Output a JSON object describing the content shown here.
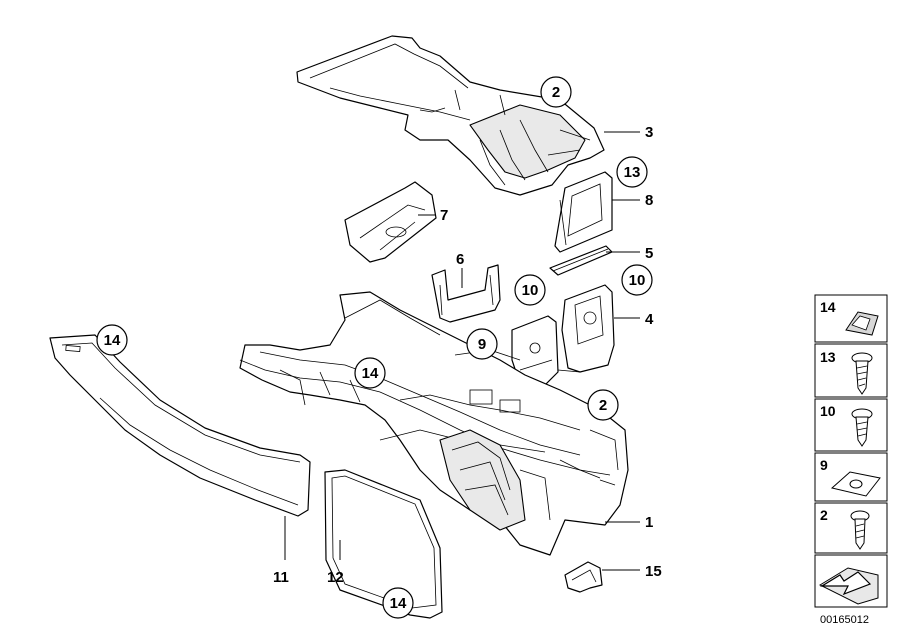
{
  "callouts": [
    {
      "id": "1",
      "text": "1"
    },
    {
      "id": "2",
      "text": "2"
    },
    {
      "id": "3",
      "text": "3"
    },
    {
      "id": "4",
      "text": "4"
    },
    {
      "id": "5",
      "text": "5"
    },
    {
      "id": "6",
      "text": "6"
    },
    {
      "id": "7",
      "text": "7"
    },
    {
      "id": "8",
      "text": "8"
    },
    {
      "id": "11",
      "text": "11"
    },
    {
      "id": "12",
      "text": "12"
    },
    {
      "id": "15",
      "text": "15"
    }
  ],
  "circled_refs": {
    "c2_top": "2",
    "c13": "13",
    "c10_left": "10",
    "c10_right": "10",
    "c9": "9",
    "c14_left": "14",
    "c14_mid": "14",
    "c2_mid": "2",
    "c14_bottom": "14"
  },
  "legend": {
    "items": [
      {
        "label": "14",
        "icon": "clip-nut-icon"
      },
      {
        "label": "13",
        "icon": "screw-icon"
      },
      {
        "label": "10",
        "icon": "screw-icon"
      },
      {
        "label": "9",
        "icon": "clip-nut-icon"
      },
      {
        "label": "2",
        "icon": "screw-icon"
      }
    ],
    "arrow_icon": "direction-arrow-icon"
  },
  "diagram_number": "00165012"
}
